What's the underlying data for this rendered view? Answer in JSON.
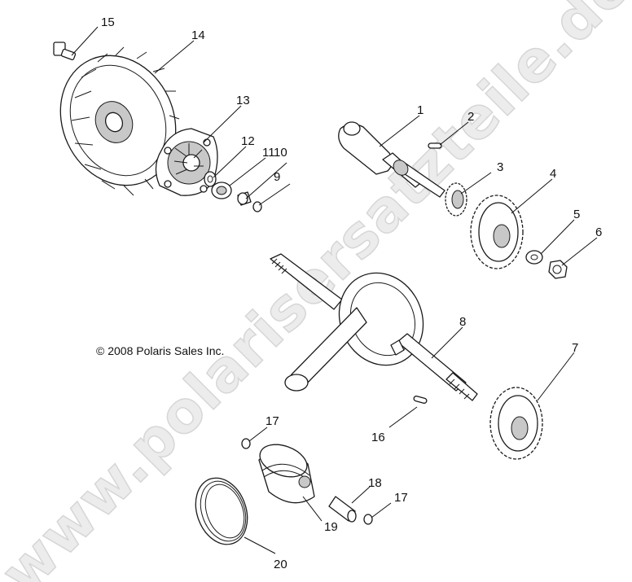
{
  "diagram": {
    "watermark": "www.polarisersatzteile.de",
    "copyright": "© 2008 Polaris Sales Inc.",
    "callouts": {
      "c1": "1",
      "c2": "2",
      "c3": "3",
      "c4": "4",
      "c5": "5",
      "c6": "6",
      "c7": "7",
      "c8": "8",
      "c9": "9",
      "c10": "10",
      "c11": "11",
      "c12": "12",
      "c13": "13",
      "c14": "14",
      "c15": "15",
      "c16": "16",
      "c17a": "17",
      "c17b": "17",
      "c18": "18",
      "c19": "19",
      "c20": "20"
    }
  }
}
